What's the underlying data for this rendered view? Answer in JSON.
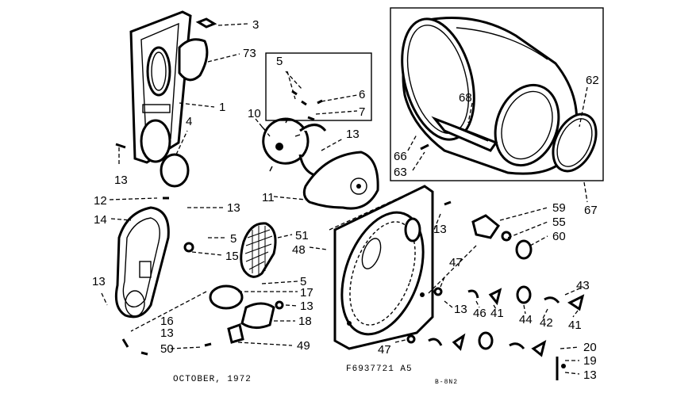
{
  "labels": {
    "p3": "3",
    "p73": "73",
    "p1": "1",
    "p4": "4",
    "p13_a": "13",
    "p5_a": "5",
    "p6": "6",
    "p7": "7",
    "p10": "10",
    "p13_b": "13",
    "p11": "11",
    "p68": "68",
    "p62": "62",
    "p66": "66",
    "p63": "63",
    "p67": "67",
    "p12": "12",
    "p13_c": "13",
    "p14": "14",
    "p5_b": "5",
    "p15": "15",
    "p51": "51",
    "p48": "48",
    "p13_d": "13",
    "p59": "59",
    "p55": "55",
    "p60": "60",
    "p13_e": "13",
    "p5_c": "5",
    "p17": "17",
    "p13_f": "13",
    "p18": "18",
    "p16": "16",
    "p13_g": "13",
    "p50": "50",
    "p49": "49",
    "p47_a": "47",
    "p13_h": "13",
    "p46": "46",
    "p41_a": "41",
    "p44": "44",
    "p43": "43",
    "p42": "42",
    "p41_b": "41",
    "p47_b": "47",
    "p20": "20",
    "p19": "19",
    "p13_i": "13"
  },
  "footer": {
    "date": "OCTOBER, 1972",
    "code": "F6937721  A5",
    "sheet": "B-8N2"
  }
}
